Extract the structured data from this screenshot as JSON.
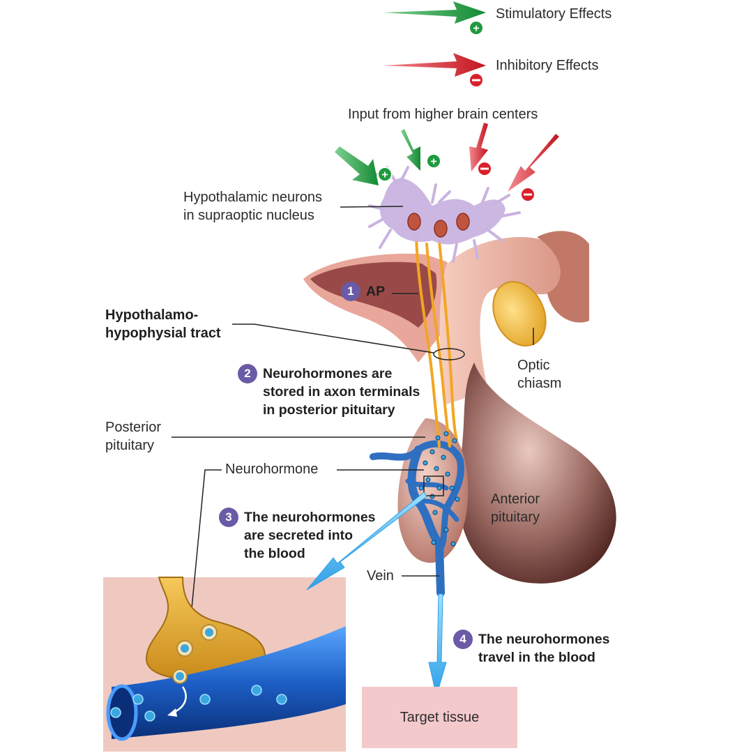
{
  "legend": {
    "stimulatory": {
      "label": "Stimulatory Effects",
      "sign": "+",
      "color": "#1f9a3e"
    },
    "inhibitory": {
      "label": "Inhibitory Effects",
      "sign": "−",
      "color": "#d8202a"
    }
  },
  "labels": {
    "input_higher": "Input from higher brain centers",
    "hypothalamic_neurons": "Hypothalamic neurons\nin supraoptic nucleus",
    "hypothalamo_tract": "Hypothalamo-\nhypophysial tract",
    "optic_chiasm": "Optic\nchiasm",
    "posterior_pituitary": "Posterior\npituitary",
    "neurohormone": "Neurohormone",
    "anterior_pituitary": "Anterior\npituitary",
    "vein": "Vein",
    "target_tissue": "Target tissue"
  },
  "steps": [
    {
      "num": "1",
      "text": "AP"
    },
    {
      "num": "2",
      "text": "Neurohormones are\nstored in axon terminals\nin posterior pituitary"
    },
    {
      "num": "3",
      "text": "The neurohormones\nare secreted into\nthe blood"
    },
    {
      "num": "4",
      "text": "The neurohormones\ntravel in the blood"
    }
  ],
  "colors": {
    "stimulatory": "#1f9a3e",
    "inhibitory": "#d8202a",
    "step_badge": "#6b5aa6",
    "vessel": "#2f6fc0",
    "neurohormone_dot": "#3aa7e0",
    "axon": "#f2a623",
    "neuron": "#c9b3e0",
    "tissue": "#e8b4a8",
    "target_box": "#f4c9cc",
    "inset_bg": "#efc9c0"
  }
}
